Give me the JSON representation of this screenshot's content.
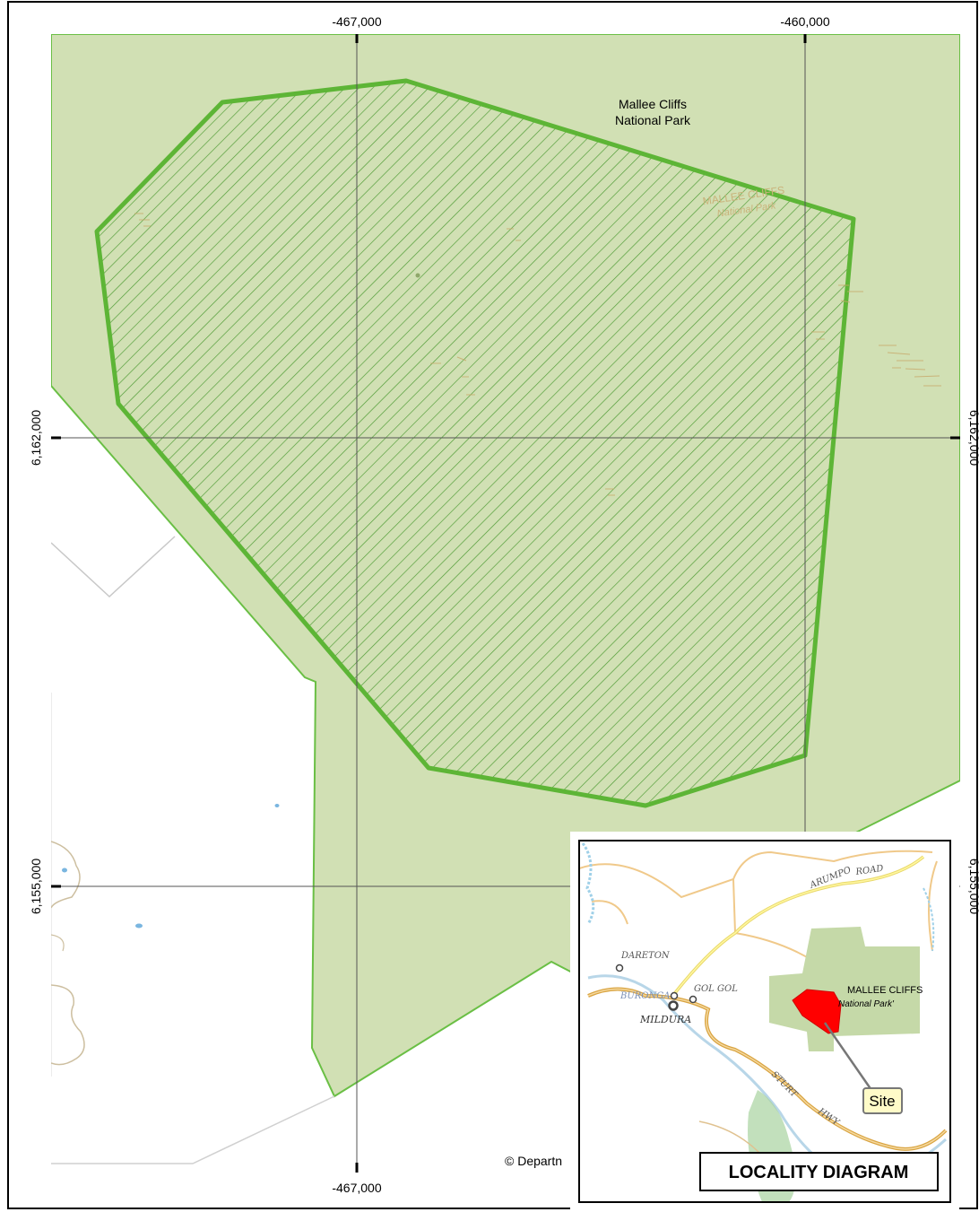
{
  "grid": {
    "x_top_left": "-467,000",
    "x_top_right": "-460,000",
    "x_bottom": "-467,000",
    "y_upper_left": "6,162,000",
    "y_upper_right": "6,162,000",
    "y_lower_left": "6,155,000",
    "y_lower_right": "6,155,000"
  },
  "park": {
    "line1": "Mallee Cliffs",
    "line2": "National Park",
    "basemap_line1": "MALLEE CLIFFS",
    "basemap_line2": "National Park"
  },
  "copyright": "© Departn",
  "inset": {
    "title": "LOCALITY DIAGRAM",
    "site_label": "Site",
    "place_dareton": "DARETON",
    "place_buronga": "BURONGA",
    "place_gol_gol": "GOL GOL",
    "place_mildura": "MILDURA",
    "road_arumpo": "ARUMPO",
    "road_word": "ROAD",
    "hwy_sturt": "STURT",
    "hwy_word": "HWY",
    "park_line1": "MALLEE CLIFFS",
    "park_line2": "National Park'"
  },
  "colors": {
    "park_fill": "#d1e0b4",
    "park_outline": "#6abf45",
    "site_outline": "#5db536",
    "site_hatch": "#4c9a32",
    "inset_site": "#ff0000"
  }
}
